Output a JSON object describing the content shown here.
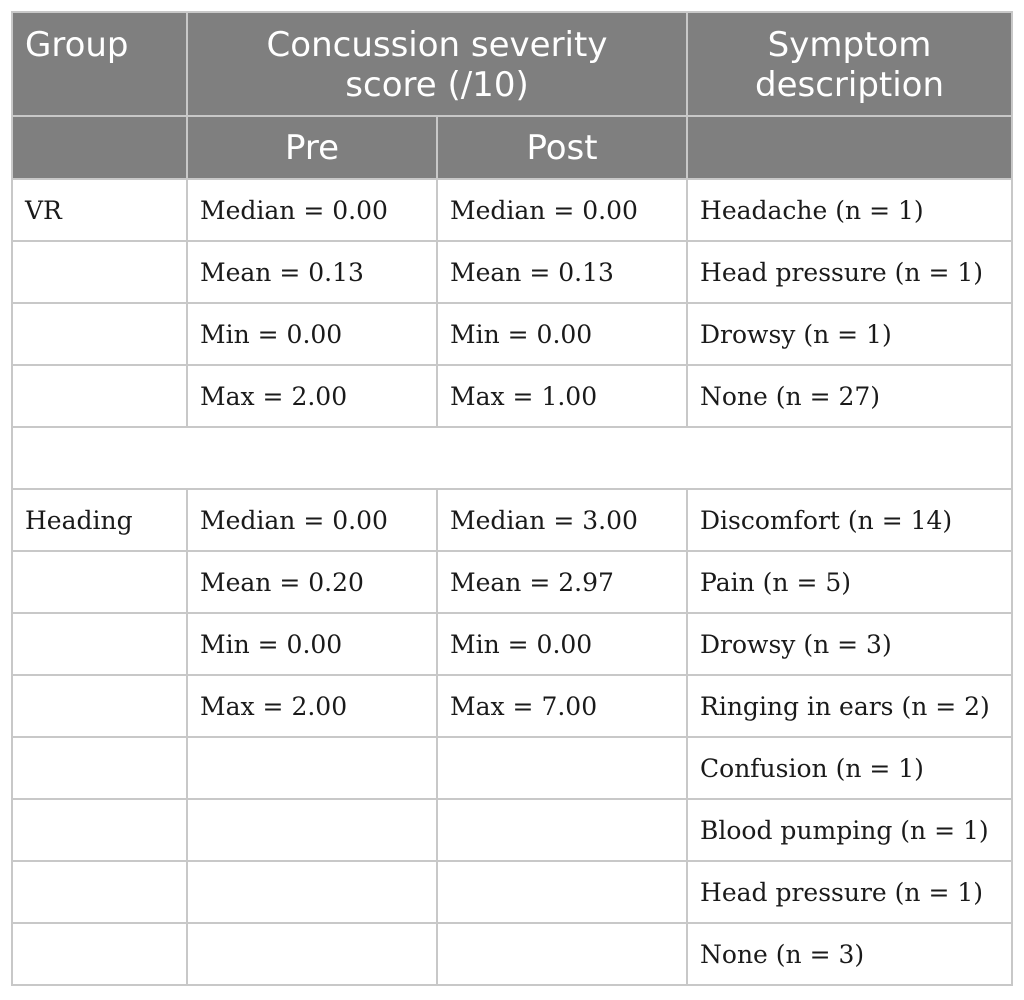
{
  "header": {
    "group": "Group",
    "score": "Concussion severity score (/10)",
    "symptom": "Symptom description",
    "pre": "Pre",
    "post": "Post"
  },
  "rows": [
    {
      "group": "VR",
      "pre": "Median = 0.00",
      "post": "Median = 0.00",
      "symptom": "Headache (n = 1)"
    },
    {
      "group": "",
      "pre": "Mean = 0.13",
      "post": "Mean = 0.13",
      "symptom": "Head pressure (n = 1)"
    },
    {
      "group": "",
      "pre": "Min = 0.00",
      "post": "Min = 0.00",
      "symptom": "Drowsy (n = 1)"
    },
    {
      "group": "",
      "pre": "Max = 2.00",
      "post": "Max = 1.00",
      "symptom": "None (n = 27)"
    },
    {
      "group": "Heading",
      "pre": "Median = 0.00",
      "post": "Median = 3.00",
      "symptom": "Discomfort (n = 14)"
    },
    {
      "group": "",
      "pre": "Mean = 0.20",
      "post": "Mean = 2.97",
      "symptom": "Pain (n = 5)"
    },
    {
      "group": "",
      "pre": "Min = 0.00",
      "post": "Min = 0.00",
      "symptom": "Drowsy (n = 3)"
    },
    {
      "group": "",
      "pre": "Max = 2.00",
      "post": "Max = 7.00",
      "symptom": "Ringing in ears (n = 2)"
    },
    {
      "group": "",
      "pre": "",
      "post": "",
      "symptom": "Confusion (n = 1)"
    },
    {
      "group": "",
      "pre": "",
      "post": "",
      "symptom": "Blood pumping (n = 1)"
    },
    {
      "group": "",
      "pre": "",
      "post": "",
      "symptom": "Head pressure (n = 1)"
    },
    {
      "group": "",
      "pre": "",
      "post": "",
      "symptom": "None (n = 3)"
    }
  ],
  "colors": {
    "header_bg": "#7f7f7f",
    "header_text": "#ffffff",
    "border": "#c8c8c8"
  }
}
